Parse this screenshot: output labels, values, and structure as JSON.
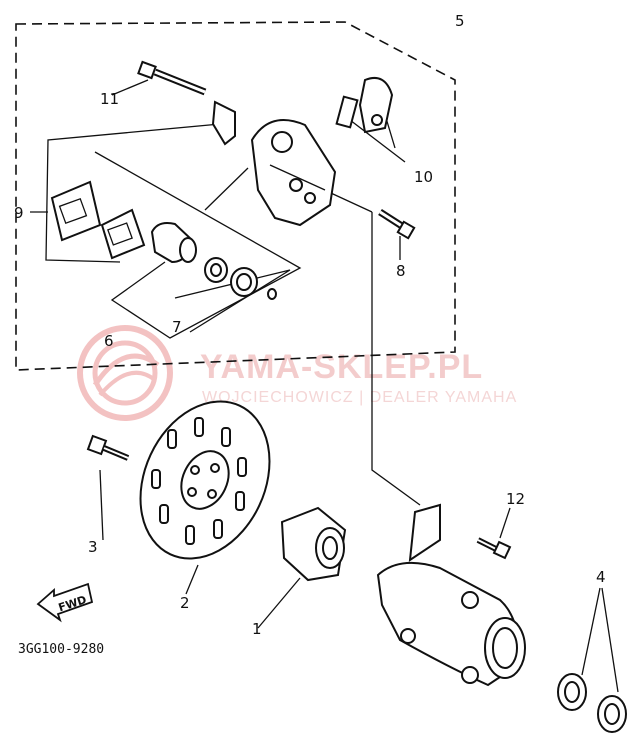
{
  "diagram": {
    "code": "3GG100-9280",
    "fwd_label": "FWD",
    "callouts": [
      "1",
      "2",
      "3",
      "4",
      "5",
      "6",
      "7",
      "8",
      "9",
      "10",
      "11",
      "12"
    ]
  },
  "watermark": {
    "title": "YAMA-SKLEP.PL",
    "subtitle": "WOJCIECHOWICZ | DEALER YAMAHA",
    "color": "#e8a0a0"
  },
  "colors": {
    "line": "#111111",
    "background": "#ffffff"
  }
}
